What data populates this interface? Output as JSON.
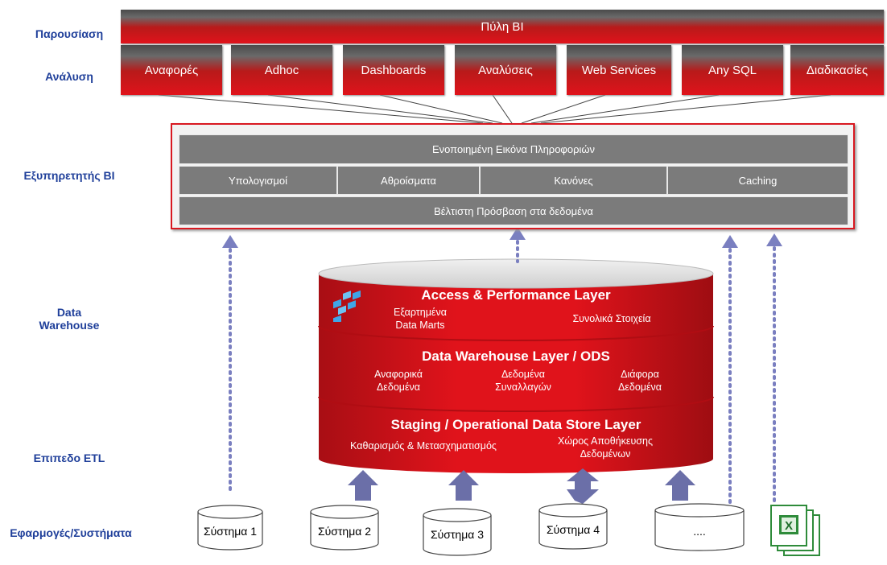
{
  "side_labels": {
    "presentation": "Παρουσίαση",
    "analysis": "Ανάλυση",
    "bi_server": "Εξυπηρετητής BI",
    "data_warehouse_line1": "Data",
    "data_warehouse_line2": "Warehouse",
    "etl_level": "Επιπεδο ETL",
    "apps_systems": "Εφαρμογές/Συστήματα"
  },
  "portal": {
    "label": "Πύλη BI"
  },
  "analysis_items": [
    "Αναφορές",
    "Adhoc",
    "Dashboards",
    "Αναλύσεις",
    "Web Services",
    "Any SQL",
    "Διαδικασίες"
  ],
  "bi_server": {
    "top": "Ενοποιημένη Εικόνα Πληροφοριών",
    "middle": [
      "Υπολογισμοί",
      "Αθροίσματα",
      "Κανόνες",
      "Caching"
    ],
    "bottom": "Βέλτιστη Πρόσβαση στα δεδομένα"
  },
  "warehouse": {
    "access_layer": {
      "title": "Access & Performance Layer",
      "left_line1": "Εξαρτημένα",
      "left_line2": "Data Marts",
      "right": "Συνολικά Στοιχεία"
    },
    "dw_layer": {
      "title": "Data Warehouse Layer / ODS",
      "c1_line1": "Αναφορικά",
      "c1_line2": "Δεδομένα",
      "c2_line1": "Δεδομένα",
      "c2_line2": "Συναλλαγών",
      "c3_line1": "Διάφορα",
      "c3_line2": "Δεδομένα"
    },
    "staging_layer": {
      "title": "Staging / Operational Data Store Layer",
      "left": "Καθαρισμός & Μετασχηματισμός",
      "right_line1": "Χώρος Αποθήκευσης",
      "right_line2": "Δεδομένων"
    }
  },
  "systems": [
    "Σύστημα 1",
    "Σύστημα 2",
    "Σύστημα 3",
    "Σύστημα 4",
    "...."
  ],
  "colors": {
    "accent_red": "#e0131b",
    "dark_grey": "#4a4a4a",
    "label_blue": "#1f3f9a",
    "arrow_purple": "#6b6fa8",
    "dotted_arrow": "#7a7fc0",
    "excel_green": "#2e8b3a"
  },
  "icons": [
    "cube-logo-icon",
    "excel-file-icon"
  ]
}
